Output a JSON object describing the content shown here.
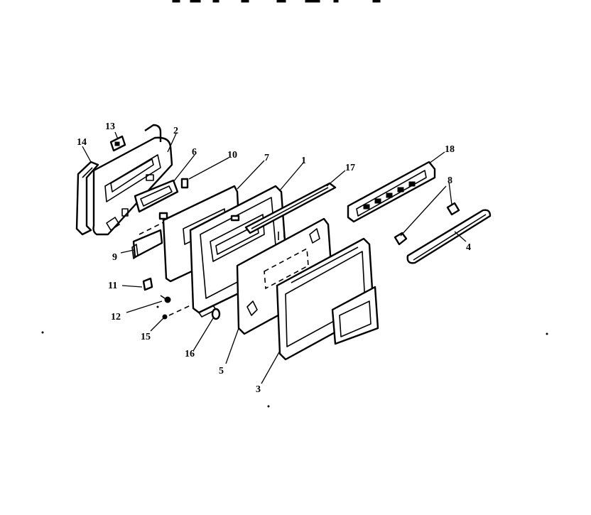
{
  "header_marks": "·· ··· · · · ··· ·",
  "callouts": [
    {
      "id": "1",
      "label": "1"
    },
    {
      "id": "2",
      "label": "2"
    },
    {
      "id": "3",
      "label": "3"
    },
    {
      "id": "4",
      "label": "4"
    },
    {
      "id": "5",
      "label": "5"
    },
    {
      "id": "6",
      "label": "6"
    },
    {
      "id": "7",
      "label": "7"
    },
    {
      "id": "8",
      "label": "8"
    },
    {
      "id": "9",
      "label": "9"
    },
    {
      "id": "10",
      "label": "10"
    },
    {
      "id": "11",
      "label": "11"
    },
    {
      "id": "12",
      "label": "12"
    },
    {
      "id": "13",
      "label": "13"
    },
    {
      "id": "14",
      "label": "14"
    },
    {
      "id": "15",
      "label": "15"
    },
    {
      "id": "16",
      "label": "16"
    },
    {
      "id": "17",
      "label": "17"
    },
    {
      "id": "18",
      "label": "18"
    }
  ],
  "colors": {
    "ink": "#000000",
    "paper": "#ffffff"
  }
}
